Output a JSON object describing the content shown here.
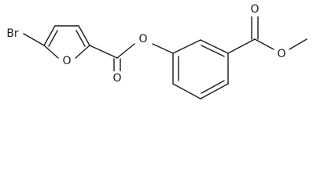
{
  "atom_labels": {
    "bromine": "Br",
    "furan_oxygen": "O",
    "furoyl_carbonyl_oxygen": "O",
    "ester_link_oxygen": "O",
    "methyl_ester_carbonyl_oxygen": "O",
    "methyl_ester_oxygen": "O"
  }
}
